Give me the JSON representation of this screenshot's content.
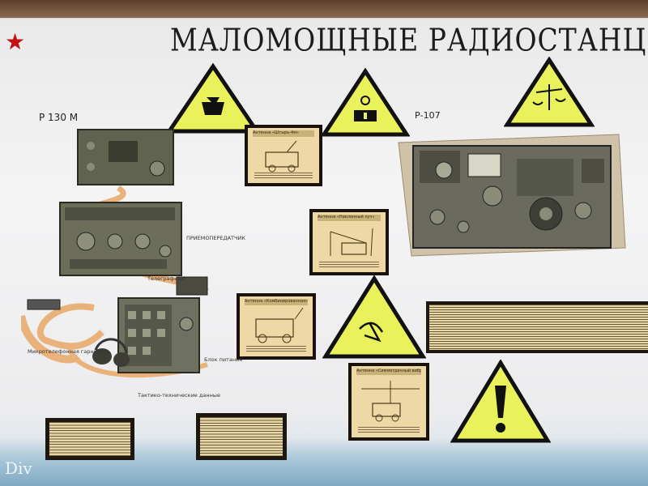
{
  "poster": {
    "title": "МАЛОМОЩНЫЕ РАДИОСТАНЦИИ",
    "left_station_label": "Р 130 М",
    "right_station_label": "Р-107",
    "label_transceiver": "ПРИЕМОПЕРЕДАТЧИК",
    "label_telegraph": "Телеграфный",
    "label_headset": "Микротелефонная гарнитура",
    "label_power": "Блок питания",
    "label_specs": "Тактико-технические данные",
    "watermark": "Div"
  },
  "cards": [
    {
      "caption": "Антенна «Штырь-4м»"
    },
    {
      "caption": "Антенна «Наклонный луч»"
    },
    {
      "caption": "Антенна «Комбинированная»"
    },
    {
      "caption": "Антенна «Симметричный вибратор»"
    }
  ],
  "signs": [
    {
      "symbol": "vehicle-icon"
    },
    {
      "symbol": "target-icon"
    },
    {
      "symbol": "scales-icon"
    },
    {
      "symbol": "eye-icon"
    },
    {
      "symbol": "exclamation-icon"
    }
  ],
  "colors": {
    "sign_fill": "#e9f25a",
    "sign_border": "#111111",
    "star": "#c41212",
    "card_paper": "#eed9a6"
  }
}
